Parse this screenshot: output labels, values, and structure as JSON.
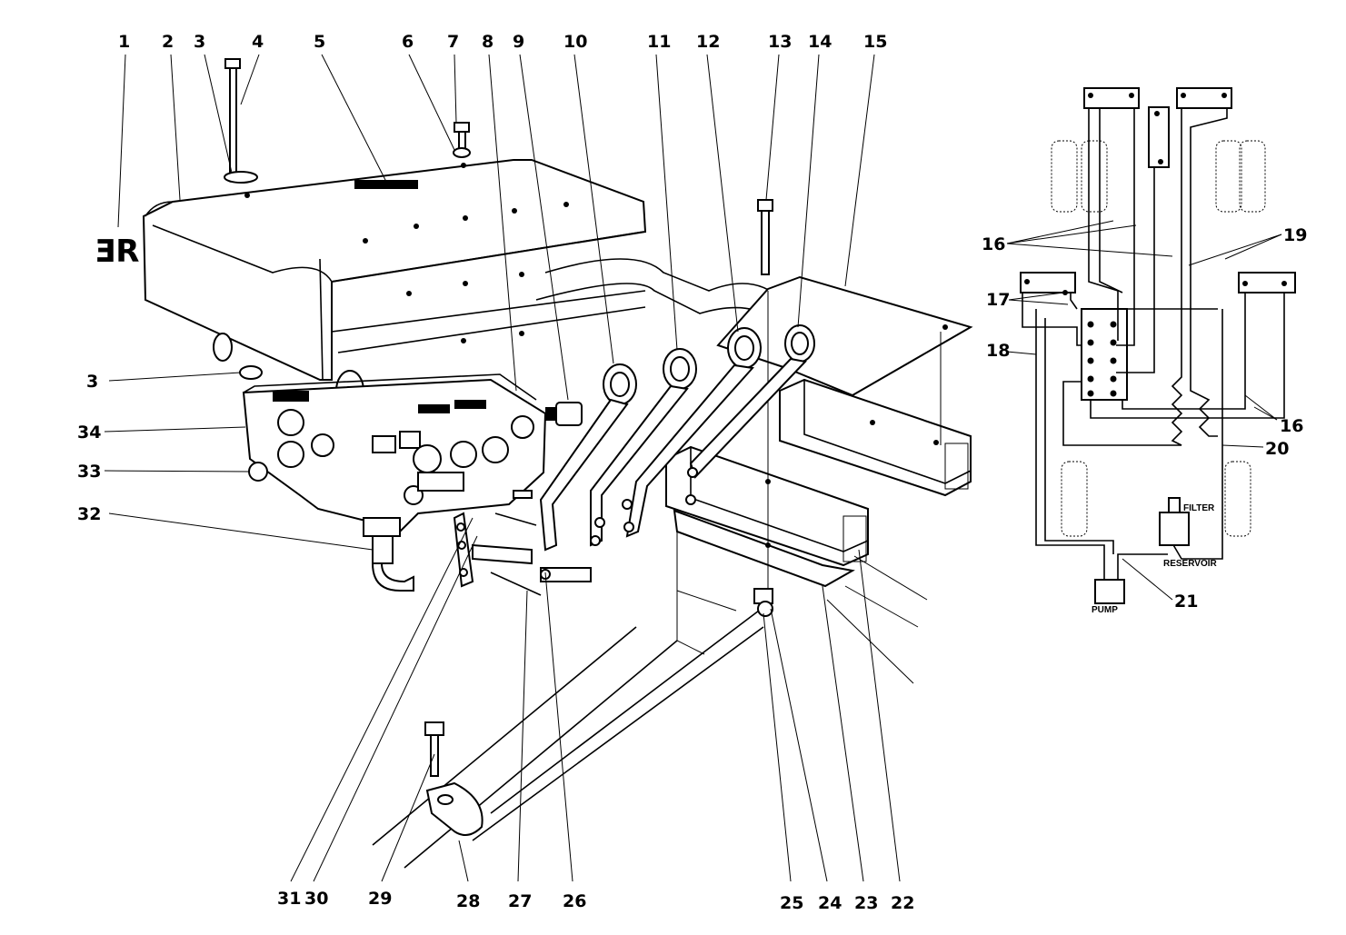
{
  "callouts": {
    "c1": "1",
    "c2": "2",
    "c3a": "3",
    "c4": "4",
    "c5": "5",
    "c6": "6",
    "c7": "7",
    "c8": "8",
    "c9": "9",
    "c10": "10",
    "c11": "11",
    "c12": "12",
    "c13": "13",
    "c14": "14",
    "c15": "15",
    "c16a": "16",
    "c16b": "16",
    "c17": "17",
    "c18": "18",
    "c19": "19",
    "c20": "20",
    "c21": "21",
    "c22": "22",
    "c23": "23",
    "c24": "24",
    "c25": "25",
    "c26": "26",
    "c27": "27",
    "c28": "28",
    "c29": "29",
    "c30": "30",
    "c31": "31",
    "c32": "32",
    "c33": "33",
    "c34": "34",
    "c3b": "3"
  },
  "schematic": {
    "filter": "FILTER",
    "reservoir": "RESERVOIR",
    "pump": "PUMP"
  },
  "decal": "ƎR"
}
